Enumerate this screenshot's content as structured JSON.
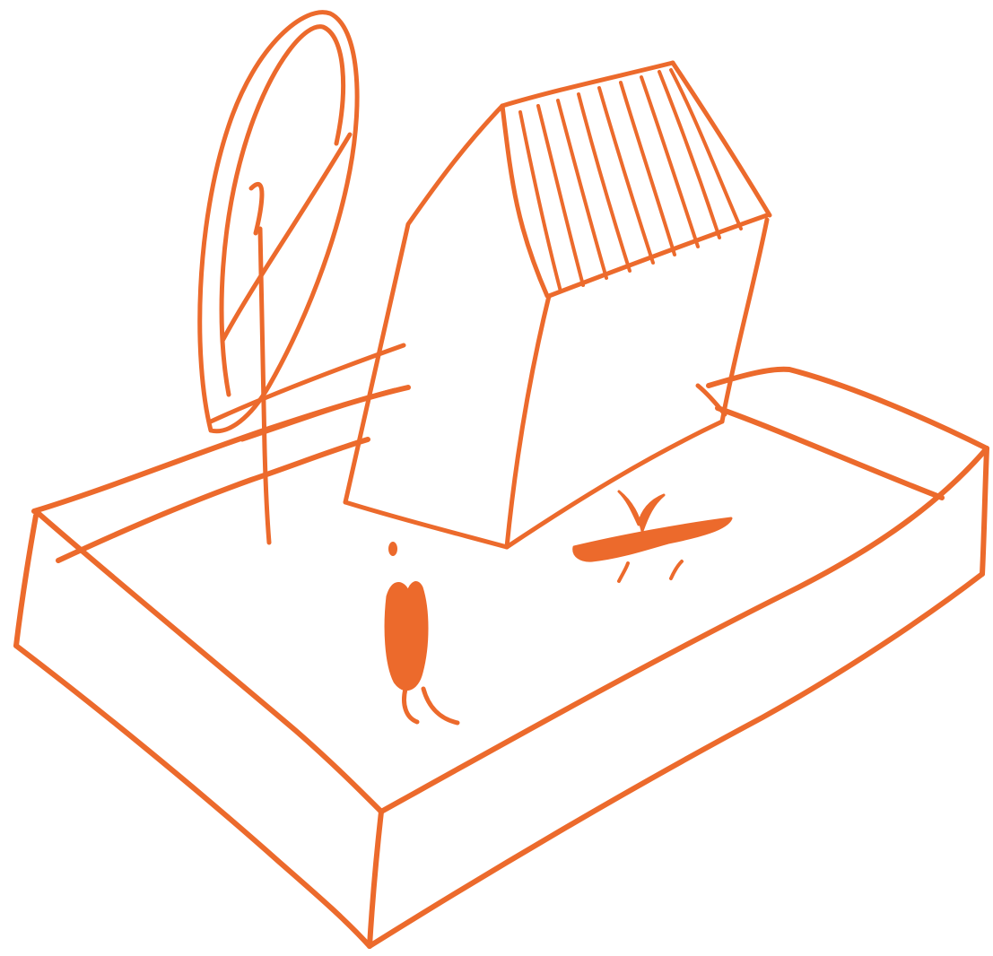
{
  "sketch": {
    "ink_color": "#ec6a2c",
    "background_color": "#ffffff",
    "elements": [
      "base-platform",
      "house",
      "tree",
      "standing-figure",
      "bird"
    ]
  }
}
